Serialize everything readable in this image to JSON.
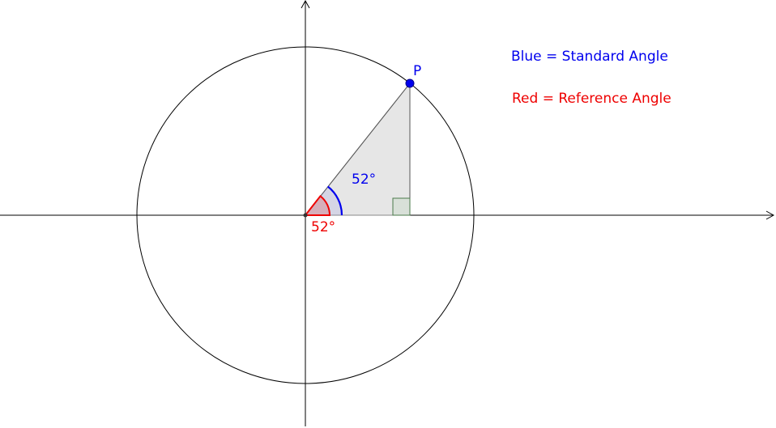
{
  "point": {
    "label": "P"
  },
  "angle": {
    "degrees": 52
  },
  "labels": {
    "standard_angle": "52°",
    "reference_angle": "52°"
  },
  "legend": {
    "blue": "Blue = Standard Angle",
    "red": "Red = Reference Angle"
  },
  "colors": {
    "standard": "#0000ee",
    "reference": "#ee0000",
    "axes": "#000000",
    "triangle_fill": "#e6e6e6",
    "right_angle_fill": "#d8e0d8",
    "right_angle_stroke": "#4a7a4a"
  }
}
